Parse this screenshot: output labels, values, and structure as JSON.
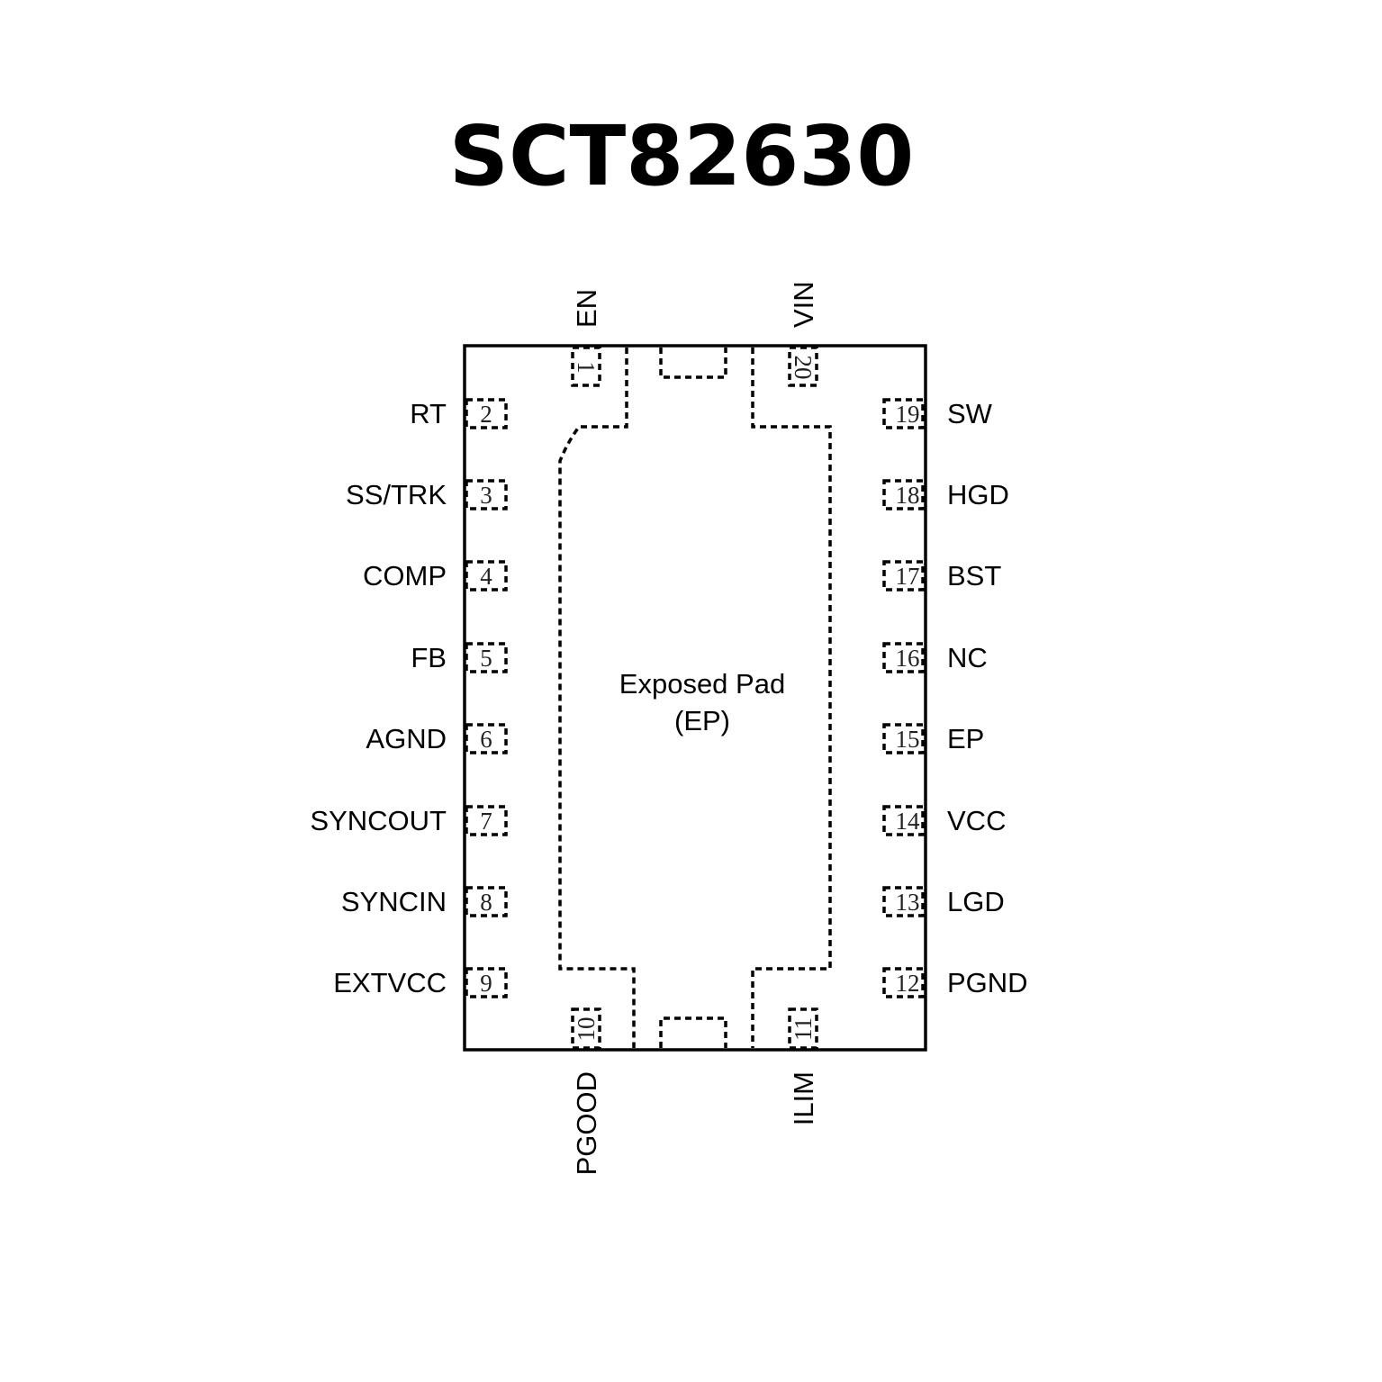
{
  "title": "SCT82630",
  "exposed_pad": {
    "line1": "Exposed Pad",
    "line2": "(EP)"
  },
  "pins": {
    "left": [
      {
        "num": "2",
        "name": "RT"
      },
      {
        "num": "3",
        "name": "SS/TRK"
      },
      {
        "num": "4",
        "name": "COMP"
      },
      {
        "num": "5",
        "name": "FB"
      },
      {
        "num": "6",
        "name": "AGND"
      },
      {
        "num": "7",
        "name": "SYNCOUT"
      },
      {
        "num": "8",
        "name": "SYNCIN"
      },
      {
        "num": "9",
        "name": "EXTVCC"
      }
    ],
    "right": [
      {
        "num": "19",
        "name": "SW"
      },
      {
        "num": "18",
        "name": "HGD"
      },
      {
        "num": "17",
        "name": "BST"
      },
      {
        "num": "16",
        "name": "NC"
      },
      {
        "num": "15",
        "name": "EP"
      },
      {
        "num": "14",
        "name": "VCC"
      },
      {
        "num": "13",
        "name": "LGD"
      },
      {
        "num": "12",
        "name": "PGND"
      }
    ],
    "top": [
      {
        "num": "1",
        "name": "EN"
      },
      {
        "num": "20",
        "name": "VIN"
      }
    ],
    "bottom": [
      {
        "num": "10",
        "name": "PGOOD"
      },
      {
        "num": "11",
        "name": "ILIM"
      }
    ]
  }
}
